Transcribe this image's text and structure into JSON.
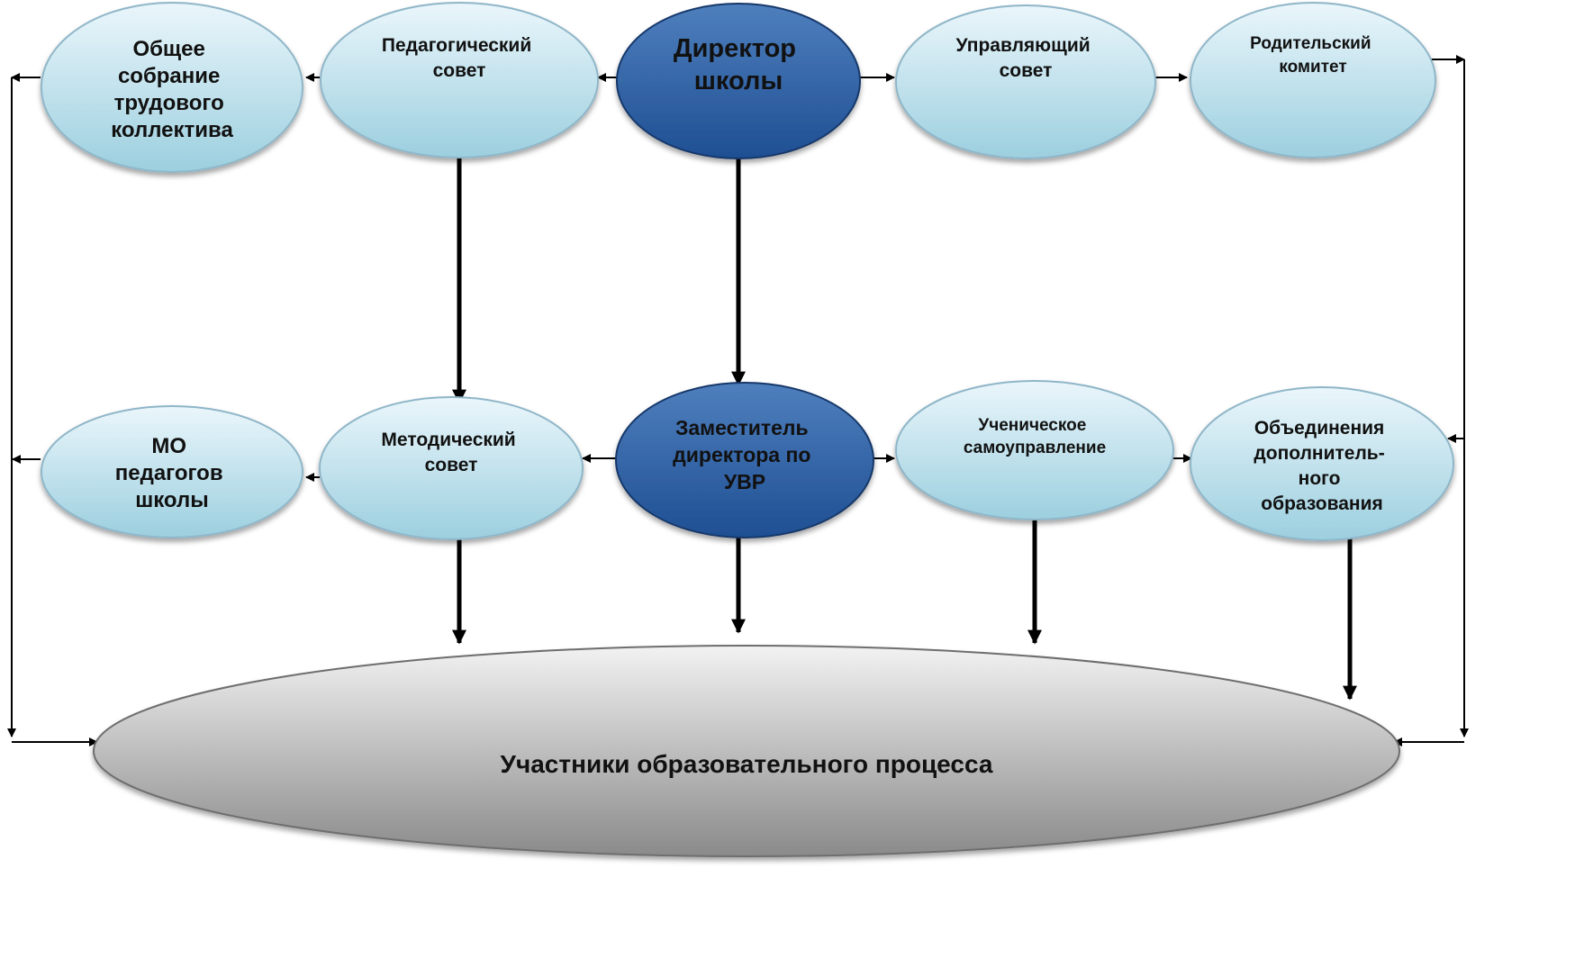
{
  "diagram": {
    "nodes": {
      "general_meeting": [
        "Общее",
        "собрание",
        "трудового",
        "коллектива"
      ],
      "pedagogical_council": [
        "Педагогический",
        "совет"
      ],
      "director": [
        "Директор",
        "школы"
      ],
      "governing_council": [
        "Управляющий",
        "совет"
      ],
      "parent_committee": [
        "Родительский",
        "комитет"
      ],
      "mo_teachers": [
        "МО",
        "педагогов",
        "школы"
      ],
      "methodical_council": [
        "Методический",
        "совет"
      ],
      "deputy_director": [
        "Заместитель",
        "директора по",
        "УВР"
      ],
      "student_government": [
        "Ученическое",
        "самоуправление"
      ],
      "additional_education": [
        "Объединения",
        "дополнитель-",
        "ного",
        "образования"
      ],
      "participants": [
        "Участники образовательного процесса"
      ]
    },
    "colors": {
      "light_node_top": "#eaf6fb",
      "light_node_bottom": "#9ccfdf",
      "light_node_stroke": "#8fb6c8",
      "dark_node_top": "#4f7fbd",
      "dark_node_bottom": "#1e4f93",
      "dark_node_stroke": "#17386a",
      "base_top": "#f2f2f2",
      "base_bottom": "#8a8a8a",
      "connector": "#000000"
    }
  }
}
